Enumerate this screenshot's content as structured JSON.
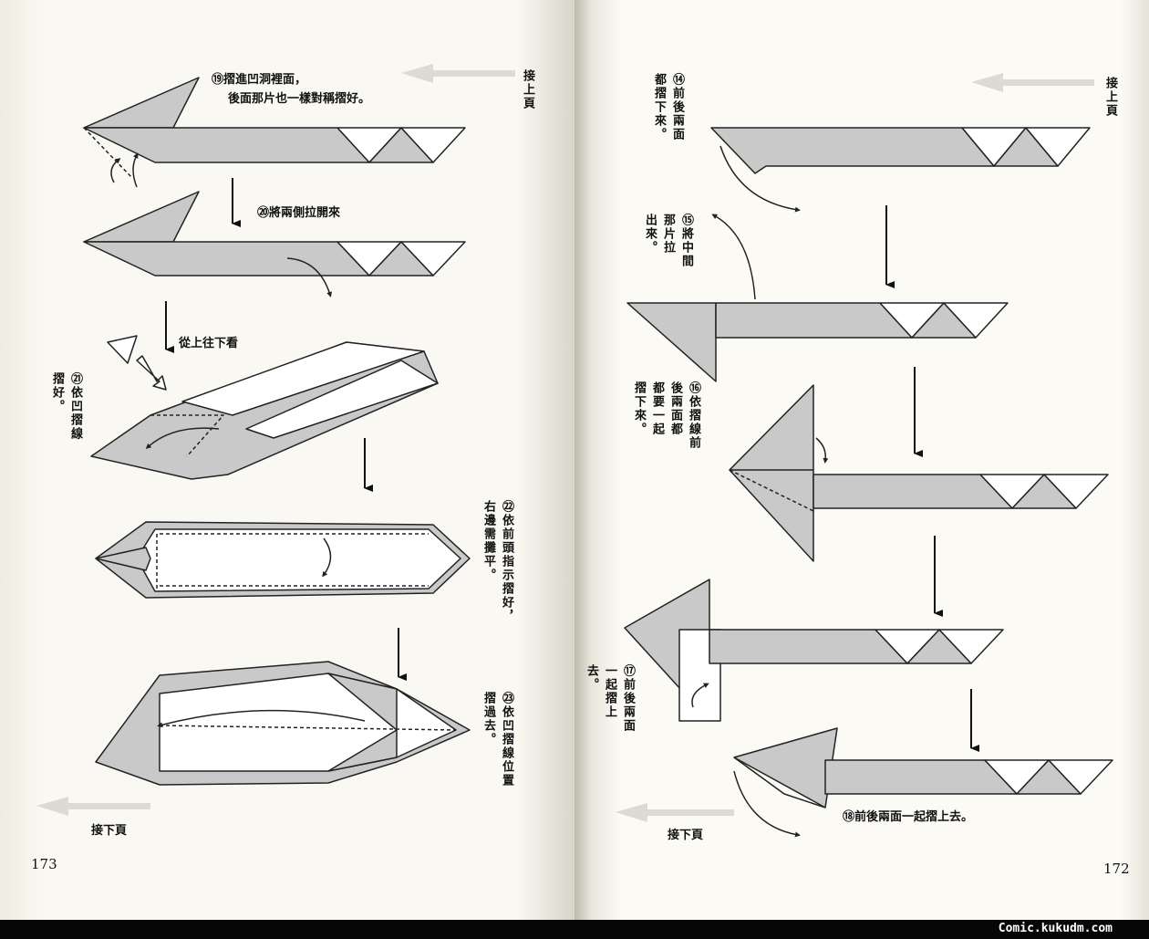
{
  "left_page": {
    "page_number": "173",
    "continued_from": "接上頁",
    "continued_to": "接下頁",
    "step19": {
      "line1": "⑲摺進凹洞裡面，",
      "line2": "後面那片也一樣對稱摺好。"
    },
    "step20": "⑳將兩側拉開來",
    "view_note": "從上往下看",
    "step21": [
      "㉑依凹摺線",
      "摺好。"
    ],
    "step22": [
      "㉒依前頭指示摺好，",
      "右邊需攤平。"
    ],
    "step23": [
      "㉓依凹摺線位置",
      "摺過去。"
    ]
  },
  "right_page": {
    "page_number": "172",
    "continued_from": "接上頁",
    "continued_to": "接下頁",
    "step14": [
      "⑭前後兩面",
      "都摺下來。"
    ],
    "step15": [
      "⑮將中間",
      "那片拉",
      "出來。"
    ],
    "step16": [
      "⑯依摺線前",
      "後兩面都",
      "都要一起",
      "摺下來。"
    ],
    "step17": [
      "⑰前後兩面",
      "一起摺上",
      "去。"
    ],
    "step18": "⑱前後兩面一起摺上去。"
  },
  "footer": {
    "watermark": "Comic.kukudm.com"
  },
  "colors": {
    "paper_fill": "#c9c9c9",
    "line": "#222222",
    "hint_arrow": "#dcdad2"
  }
}
